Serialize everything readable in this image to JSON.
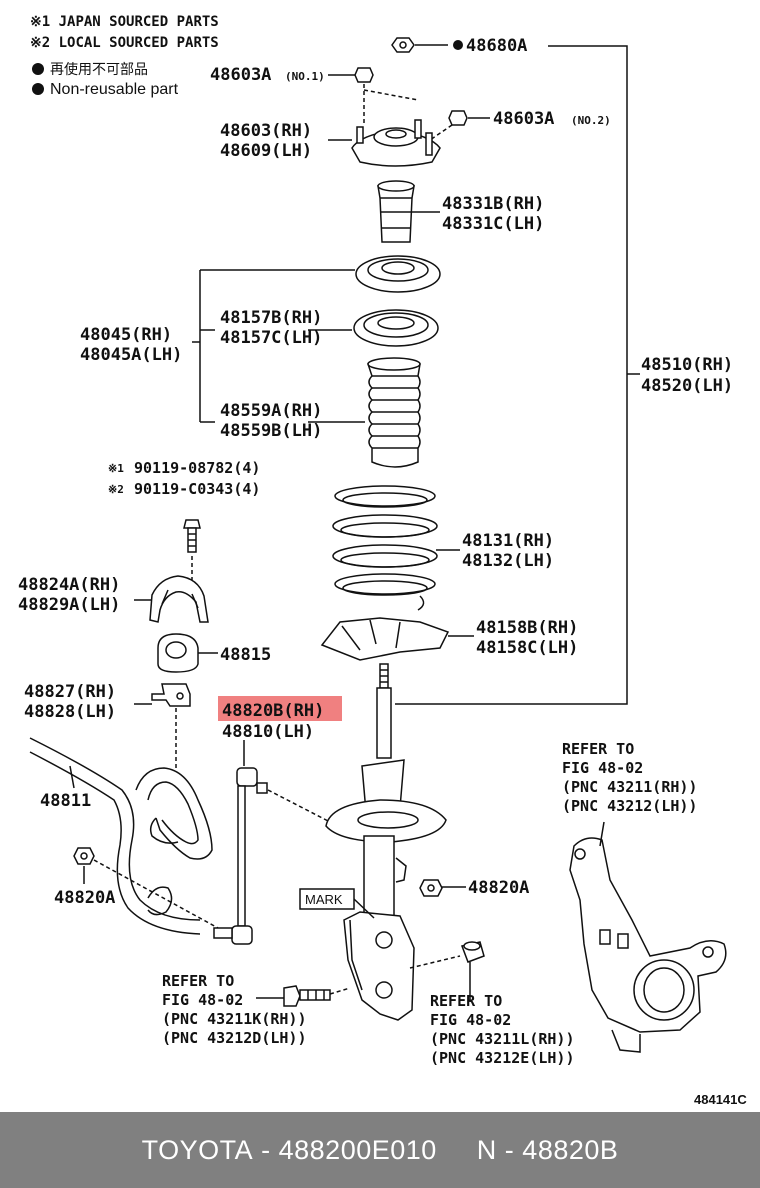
{
  "legend": {
    "japan": "※1 JAPAN SOURCED PARTS",
    "local": "※2 LOCAL SOURCED PARTS",
    "nonreuse_jp": "再使用不可部品",
    "nonreuse_en": "Non-reusable part"
  },
  "parts": {
    "p48680a": "48680A",
    "p48603a_1": "48603A",
    "no1": "(NO.1)",
    "p48603a_2": "48603A",
    "no2": "(NO.2)",
    "p48603": "48603(RH)",
    "p48609": "48609(LH)",
    "p48331b": "48331B(RH)",
    "p48331c": "48331C(LH)",
    "p48045": "48045(RH)",
    "p48045a": "48045A(LH)",
    "p48157b": "48157B(RH)",
    "p48157c": "48157C(LH)",
    "p48559a": "48559A(RH)",
    "p48559b": "48559B(LH)",
    "p48510": "48510(RH)",
    "p48520": "48520(LH)",
    "bolt1_mark": "※1",
    "bolt1": "90119-08782(4)",
    "bolt2_mark": "※2",
    "bolt2": "90119-C0343(4)",
    "p48131": "48131(RH)",
    "p48132": "48132(LH)",
    "p48824a": "48824A(RH)",
    "p48829a": "48829A(LH)",
    "p48158b": "48158B(RH)",
    "p48158c": "48158C(LH)",
    "p48815": "48815",
    "p48827": "48827(RH)",
    "p48828": "48828(LH)",
    "p48820b": "48820B(RH)",
    "p48810": "48810(LH)",
    "p48811": "48811",
    "p48820a_r": "48820A",
    "p48820a_l": "48820A",
    "mark": "MARK"
  },
  "refs": {
    "top_1": "REFER TO",
    "top_2": "FIG 48-02",
    "top_3": "(PNC 43211(RH))",
    "top_4": "(PNC 43212(LH))",
    "left_1": "REFER TO",
    "left_2": "FIG 48-02",
    "left_3": "(PNC 43211K(RH))",
    "left_4": "(PNC 43212D(LH))",
    "mid_1": "REFER TO",
    "mid_2": "FIG 48-02",
    "mid_3": "(PNC 43211L(RH))",
    "mid_4": "(PNC 43212E(LH))"
  },
  "figure_id": "484141C",
  "highlight_color": "#f08080",
  "footer": {
    "brand": "TOYOTA",
    "sep": " - ",
    "part_number": "488200E010",
    "gap": "     ",
    "n_label": "N",
    "sep2": " - ",
    "pnc": "48820B"
  }
}
